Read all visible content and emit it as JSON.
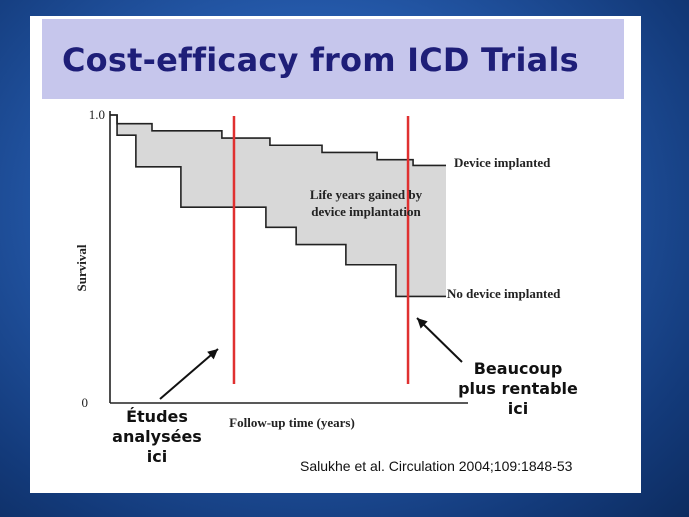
{
  "title": "Cost-efficacy from ICD Trials",
  "citation": "Salukhe et al. Circulation 2004;109:1848-53",
  "colors": {
    "title_text": "#1e1e78",
    "title_band": "#c6c6ec",
    "shaded_region": "#d8d8d8",
    "marker_line": "#e03030",
    "curve": "#222222"
  },
  "chart_data": {
    "type": "line",
    "title": "",
    "xlabel": "Follow-up time (years)",
    "ylabel": "Survival",
    "y_ticks": [
      "1.0",
      "0"
    ],
    "ylim": [
      0,
      1.0
    ],
    "xlim": [
      0,
      1
    ],
    "x_ticks": [],
    "grid": false,
    "series": [
      {
        "name": "Device implanted",
        "x": [
          0,
          0.021,
          0.021,
          0.125,
          0.125,
          0.333,
          0.333,
          0.476,
          0.476,
          0.631,
          0.631,
          0.795,
          0.795,
          0.902,
          0.902,
          1.0
        ],
        "y": [
          1.0,
          1.0,
          0.97,
          0.97,
          0.945,
          0.945,
          0.92,
          0.92,
          0.895,
          0.895,
          0.87,
          0.87,
          0.845,
          0.845,
          0.825,
          0.825
        ]
      },
      {
        "name": "No device implanted",
        "x": [
          0,
          0.021,
          0.021,
          0.077,
          0.077,
          0.211,
          0.211,
          0.464,
          0.464,
          0.554,
          0.554,
          0.702,
          0.702,
          0.851,
          0.851,
          1.0
        ],
        "y": [
          1.0,
          1.0,
          0.93,
          0.93,
          0.82,
          0.82,
          0.68,
          0.68,
          0.61,
          0.61,
          0.55,
          0.55,
          0.48,
          0.48,
          0.37,
          0.37
        ]
      }
    ],
    "shaded_region_label": [
      "Life years gained by",
      "device implantation"
    ],
    "marker_lines_x": [
      0.369,
      0.887
    ],
    "annotations": [
      {
        "lines": [
          "Études",
          "analysées",
          "ici"
        ],
        "points_to_x": 0.369
      },
      {
        "lines": [
          "Beaucoup",
          "plus rentable",
          "ici"
        ],
        "points_to_x": 0.887
      }
    ]
  }
}
